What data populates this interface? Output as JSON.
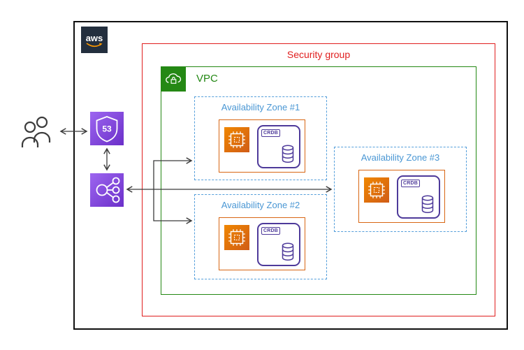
{
  "diagram": {
    "aws_logo_text": "aws",
    "security_group": {
      "label": "Security group",
      "color": "#e01e1e"
    },
    "vpc": {
      "label": "VPC",
      "color": "#248814"
    },
    "zones": [
      {
        "label": "Availability Zone #1",
        "db": "CRDB"
      },
      {
        "label": "Availability Zone #2",
        "db": "CRDB"
      },
      {
        "label": "Availability Zone #3",
        "db": "CRDB"
      }
    ],
    "route53": {
      "shield_text": "53"
    },
    "colors": {
      "availability_zone_blue": "#4a97d4",
      "ec2_orange": "#ed7100",
      "node_border_orange": "#d86613",
      "crdb_purple": "#4e3a9a",
      "aws_service_purple": "#8c4fff",
      "arrow_gray": "#3b3b3b"
    },
    "icons": {
      "users": "two-people-outline",
      "route53": "shield-53",
      "load_balancer": "network-nodes",
      "vpc": "cloud-lock",
      "ec2": "chip",
      "crdb": "database-cylinder",
      "aws": "aws-logo-smile"
    }
  }
}
